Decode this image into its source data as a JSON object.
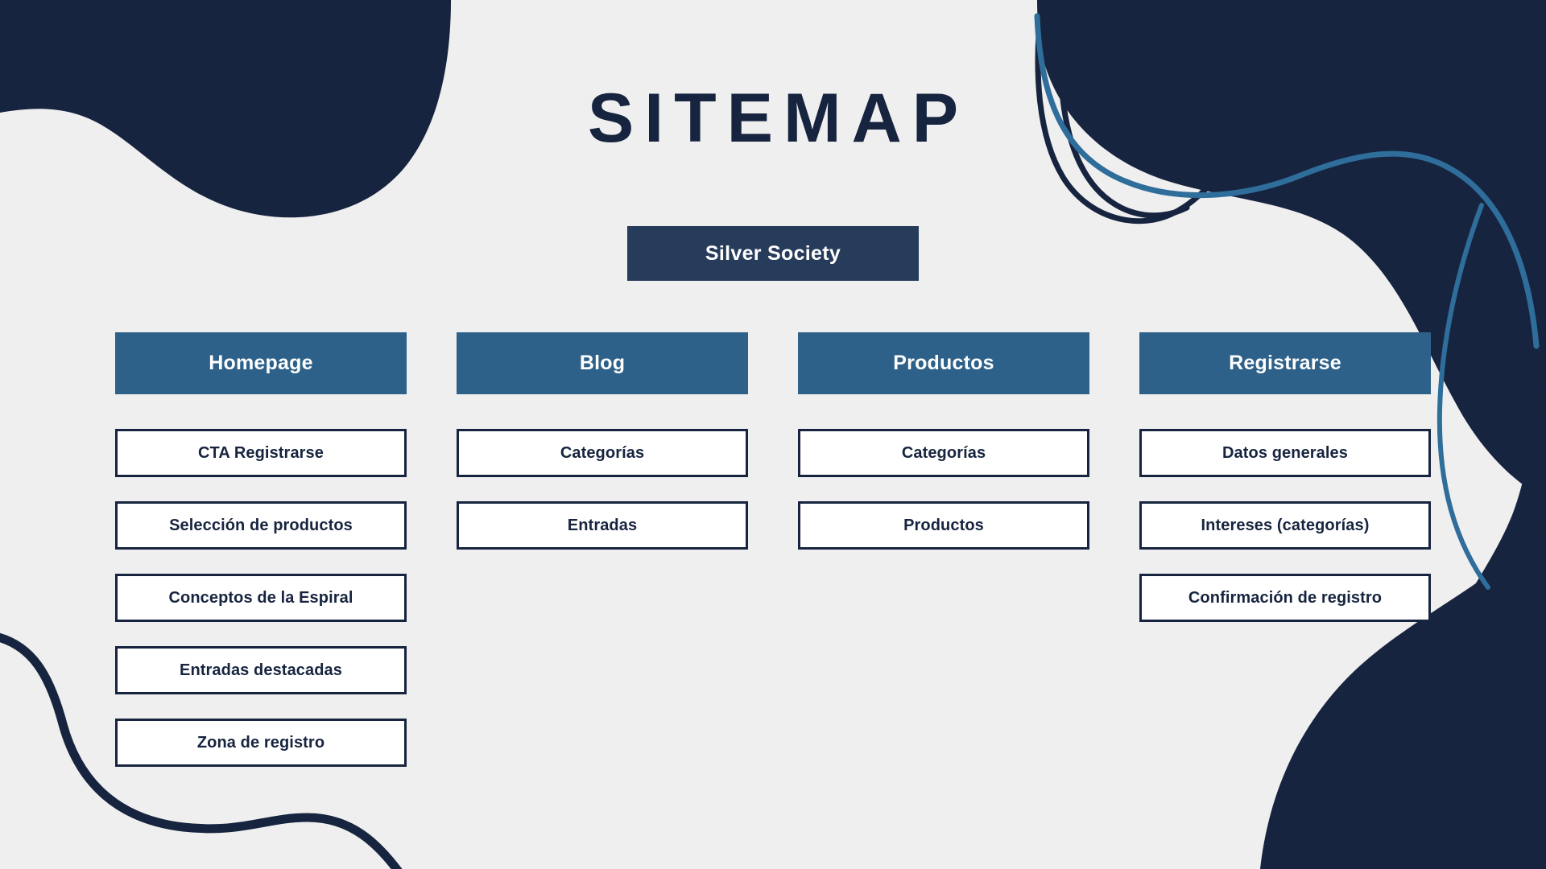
{
  "page": {
    "title": "SITEMAP",
    "background_color": "#f0efef"
  },
  "colors": {
    "dark_navy": "#17243f",
    "root_navy": "#273b5b",
    "steel_blue": "#2e6189",
    "accent_blue": "#2f6d9b",
    "box_fill": "#ffffff",
    "background": "#f0efef"
  },
  "root": {
    "label": "Silver Society"
  },
  "columns": [
    {
      "header": "Homepage",
      "items": [
        {
          "label": "CTA Registrarse"
        },
        {
          "label": "Selección de productos"
        },
        {
          "label": "Conceptos de la Espiral"
        },
        {
          "label": "Entradas destacadas"
        },
        {
          "label": "Zona de registro"
        }
      ]
    },
    {
      "header": "Blog",
      "items": [
        {
          "label": "Categorías"
        },
        {
          "label": "Entradas"
        }
      ]
    },
    {
      "header": "Productos",
      "items": [
        {
          "label": "Categorías"
        },
        {
          "label": "Productos"
        }
      ]
    },
    {
      "header": "Registrarse",
      "items": [
        {
          "label": "Datos generales"
        },
        {
          "label": "Intereses (categorías)"
        },
        {
          "label": "Confirmación de registro"
        }
      ]
    }
  ],
  "decorations": [
    {
      "name": "top-left-blob",
      "color": "#17243f"
    },
    {
      "name": "top-right-blob",
      "color": "#17243f"
    },
    {
      "name": "top-right-navy-curve",
      "color": "#17243f"
    },
    {
      "name": "top-right-blue-curve",
      "color": "#2f6d9b"
    },
    {
      "name": "right-edge-blue-curve",
      "color": "#2f6d9b"
    },
    {
      "name": "bottom-right-blob",
      "color": "#17243f"
    },
    {
      "name": "bottom-left-curve",
      "color": "#17243f"
    }
  ]
}
